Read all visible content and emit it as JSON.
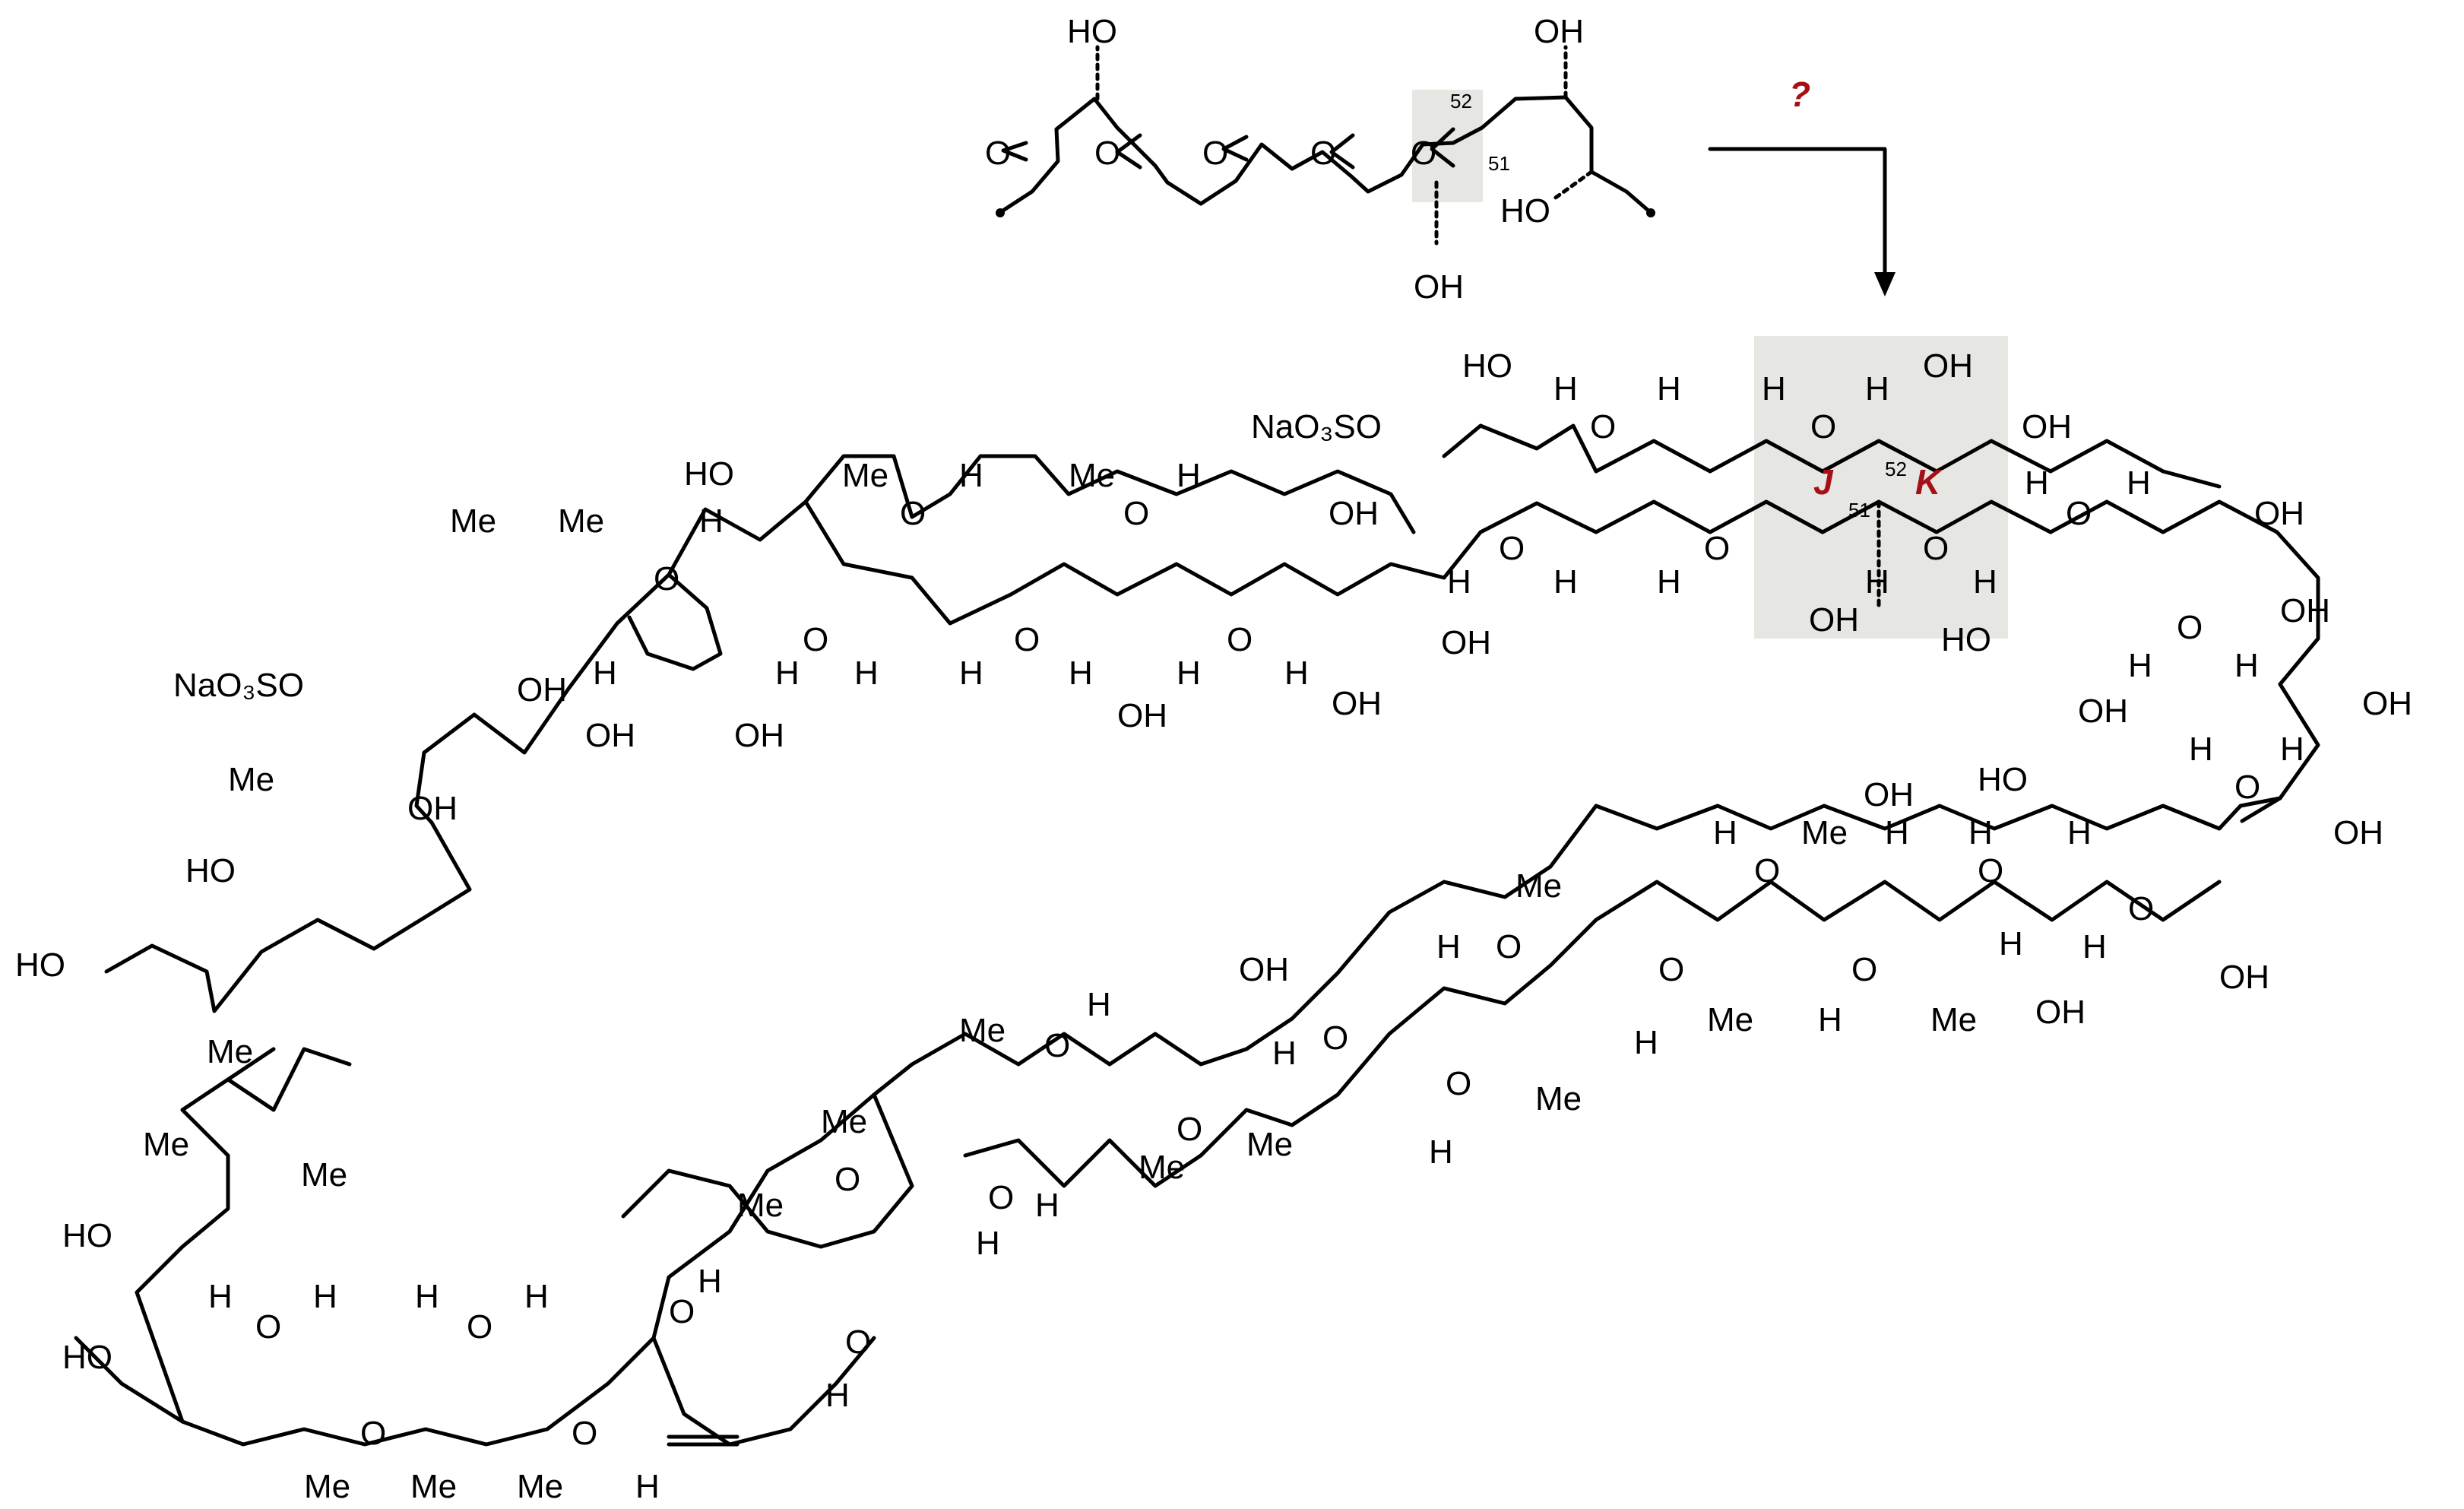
{
  "scheme": {
    "question_mark": "?",
    "arrow": "reaction-arrow"
  },
  "precursor": {
    "labels": [
      "HO",
      "HO",
      "HO",
      "OH",
      "O",
      "O",
      "O",
      "O",
      "O"
    ],
    "numbers": [
      "52",
      "51"
    ],
    "highlight_color": "#e6e6e2"
  },
  "product": {
    "ring_labels": [
      "J",
      "K"
    ],
    "ring_label_color": "#a50f15",
    "numbers": [
      "52",
      "51"
    ],
    "substituents": {
      "sulfate": "NaO₃SO",
      "hydroxyl": "OH",
      "hydroxyl_left": "HO",
      "methyl": "Me",
      "hydrogen": "H",
      "ring_oxygen": "O"
    }
  }
}
